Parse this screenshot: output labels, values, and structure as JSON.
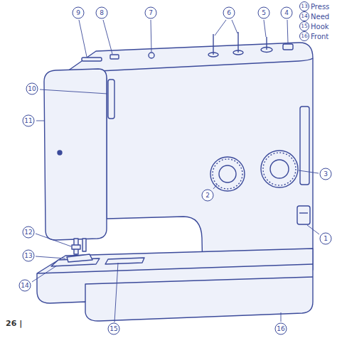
{
  "diagram": {
    "labels": [
      "13",
      "Press",
      "14",
      "Need",
      "15",
      "Hook",
      "16",
      "Front",
      "9",
      "8",
      "7",
      "6",
      "5",
      "4",
      "10",
      "11",
      "3",
      "2",
      "1",
      "12",
      "13",
      "14",
      "15",
      "16",
      "26 |"
    ]
  }
}
